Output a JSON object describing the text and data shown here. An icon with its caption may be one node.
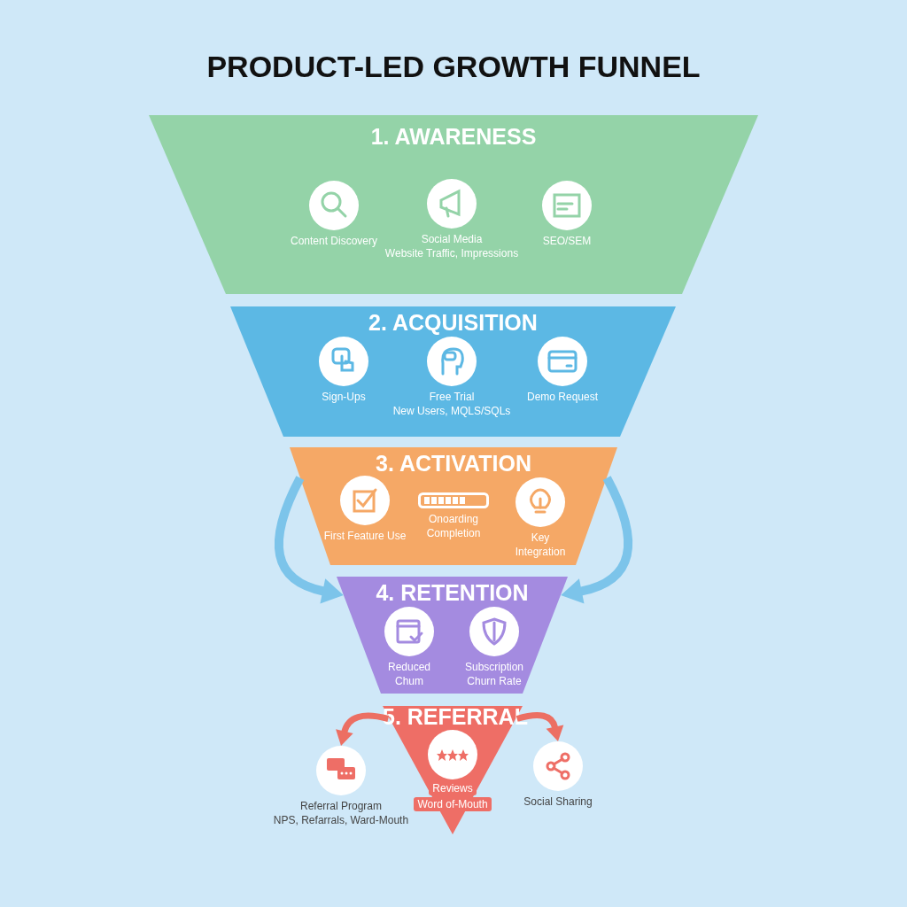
{
  "diagram": {
    "title": "PRODUCT-LED GROWTH FUNNEL",
    "nodes": [
      {
        "text": [
          "1. AWARENESS"
        ]
      },
      {
        "text": [
          "Content Discovery"
        ],
        "in": 0
      },
      {
        "text": [
          "Social Media",
          "Website Traffic, Impressions"
        ],
        "in": 0
      },
      {
        "text": [
          "SEO/SEM"
        ],
        "in": 0
      },
      {
        "text": [
          "2. ACQUISITION"
        ]
      },
      {
        "text": [
          "Sign-Ups"
        ],
        "in": 4
      },
      {
        "text": [
          "Free Trial",
          "New Users, MQLS/SQLs"
        ],
        "in": 4
      },
      {
        "text": [
          "Demo Request"
        ],
        "in": 4
      },
      {
        "text": [
          "3. ACTIVATION"
        ]
      },
      {
        "text": [
          "First Feature Use"
        ],
        "in": 8
      },
      {
        "text": [
          "Onoarding Completion"
        ],
        "in": 8
      },
      {
        "text": [
          "Key Integration"
        ],
        "in": 8
      },
      {
        "text": [
          "4. RETENTION"
        ]
      },
      {
        "text": [
          "Reduced Chum"
        ],
        "in": 12
      },
      {
        "text": [
          "Subscription Churn Rate"
        ],
        "in": 12
      },
      {
        "text": [
          "5. REFERRAL"
        ]
      },
      {
        "text": [
          "Reviews",
          "Word of-Mouth"
        ],
        "in": 15
      },
      {
        "text": [
          "Referral Program",
          "NPS, Refarrals, Ward-Mouth"
        ]
      },
      {
        "text": [
          "Social Sharing"
        ]
      }
    ],
    "edges": [
      {
        "from": 8,
        "to": 12,
        "arrow": "to",
        "color": "#7cc4ea"
      },
      {
        "from": 8,
        "to": 12,
        "arrow": "to",
        "color": "#7cc4ea"
      },
      {
        "from": 15,
        "to": 17,
        "arrow": "to",
        "color": "#ec6f63"
      },
      {
        "from": 15,
        "to": 18,
        "arrow": "to",
        "color": "#ec6f63"
      }
    ]
  }
}
